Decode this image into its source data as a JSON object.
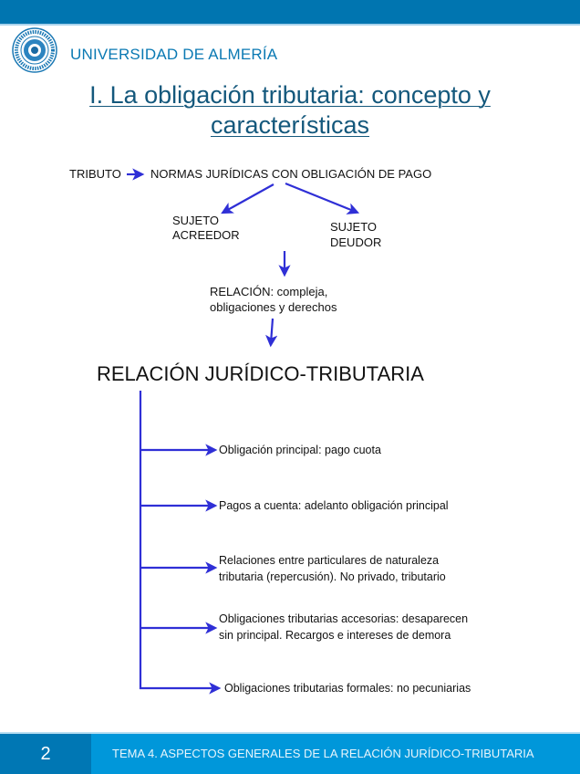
{
  "header": {
    "university_name": "UNIVERSIDAD DE ALMERÍA",
    "logo_icon": "university-seal-icon",
    "brand_color": "#0075b0"
  },
  "slide": {
    "title_line1": "I. La obligación tributaria: concepto y",
    "title_line2": "características"
  },
  "diagram": {
    "tributo": "TRIBUTO",
    "normas": "NORMAS JURÍDICAS CON OBLIGACIÓN DE PAGO",
    "sujeto_acreedor": [
      "SUJETO",
      "ACREEDOR"
    ],
    "sujeto_deudor": [
      "SUJETO",
      "DEUDOR"
    ],
    "relacion": [
      "RELACIÓN: compleja,",
      "obligaciones y derechos"
    ],
    "heading": "RELACIÓN JURÍDICO-TRIBUTARIA",
    "branches": [
      [
        "Obligación principal: pago cuota"
      ],
      [
        "Pagos a cuenta: adelanto obligación principal"
      ],
      [
        "Relaciones entre particulares de naturaleza",
        "tributaria (repercusión). No privado, tributario"
      ],
      [
        "Obligaciones tributarias accesorias: desaparecen",
        "sin principal. Recargos e intereses de demora"
      ],
      [
        "Obligaciones tributarias formales: no pecuniarias"
      ]
    ],
    "arrow_color": "#2f2fd6"
  },
  "footer": {
    "page_number": "2",
    "course_title": "TEMA 4. ASPECTOS GENERALES DE LA RELACIÓN JURÍDICO-TRIBUTARIA"
  }
}
